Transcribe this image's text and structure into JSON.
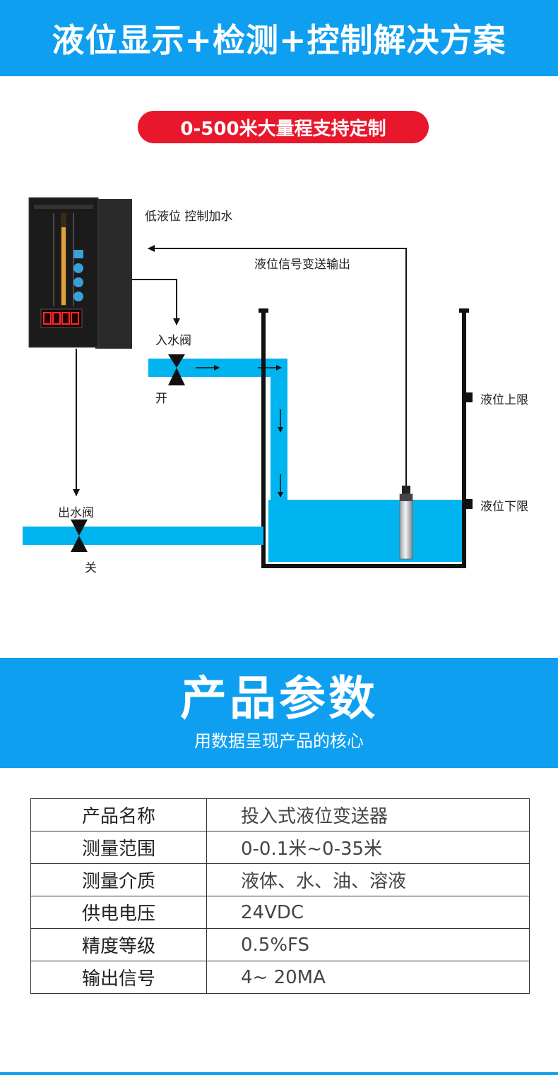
{
  "header": {
    "title": "液位显示+检测+控制解决方案"
  },
  "pill": {
    "text": "0-500米大量程支持定制"
  },
  "diagram": {
    "low_level_note": "低液位 控制加水",
    "signal_note": "液位信号变送输出",
    "inlet_valve": "入水阀",
    "inlet_state": "开",
    "outlet_valve": "出水阀",
    "outlet_state": "关",
    "upper_limit": "液位上限",
    "lower_limit": "液位下限",
    "water_color": "#00b4ef"
  },
  "section": {
    "title": "产品参数",
    "subtitle": "用数据呈现产品的核心"
  },
  "params": [
    {
      "key": "产品名称",
      "value": "投入式液位变送器"
    },
    {
      "key": "测量范围",
      "value": "0-0.1米~0-35米"
    },
    {
      "key": "测量介质",
      "value": "液体、水、油、溶液"
    },
    {
      "key": "供电电压",
      "value": "24VDC"
    },
    {
      "key": "精度等级",
      "value": "0.5%FS"
    },
    {
      "key": "输出信号",
      "value": "4~ 20MA"
    }
  ],
  "colors": {
    "brand_blue": "#0f9ff0",
    "accent_red": "#e8172c"
  }
}
